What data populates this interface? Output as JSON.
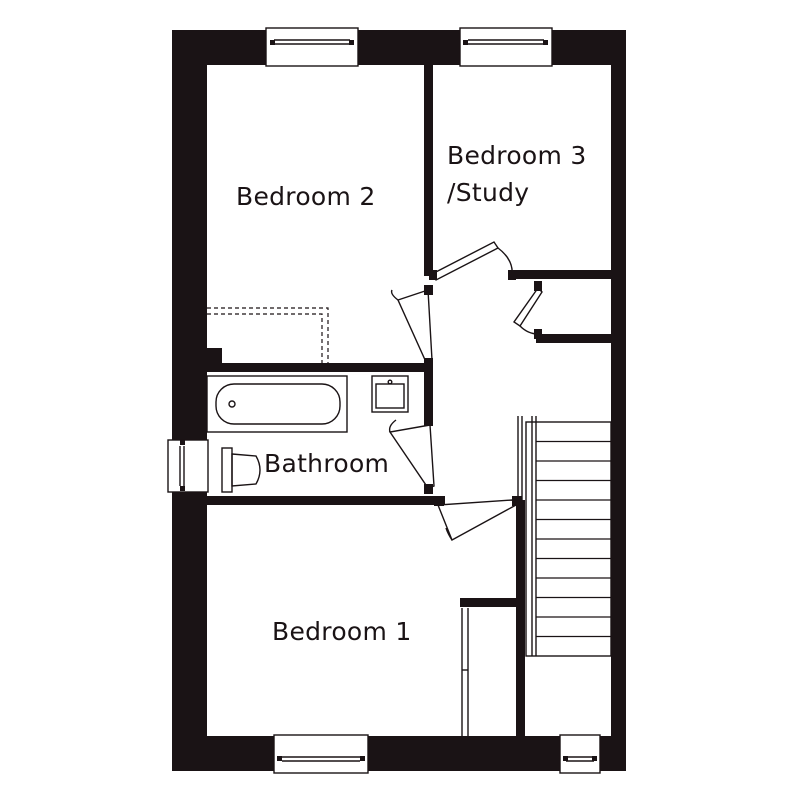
{
  "rooms": {
    "bedroom2": {
      "label": "Bedroom 2"
    },
    "bedroom3": {
      "line1": "Bedroom 3",
      "line2": "/Study"
    },
    "bathroom": {
      "label": "Bathroom"
    },
    "bedroom1": {
      "label": "Bedroom 1"
    }
  },
  "colors": {
    "wall": "#1a1315",
    "background": "#ffffff"
  },
  "fixtures": {
    "bath": "bath-icon",
    "basin": "basin-icon",
    "toilet": "toilet-icon",
    "staircase_treads": 11
  }
}
